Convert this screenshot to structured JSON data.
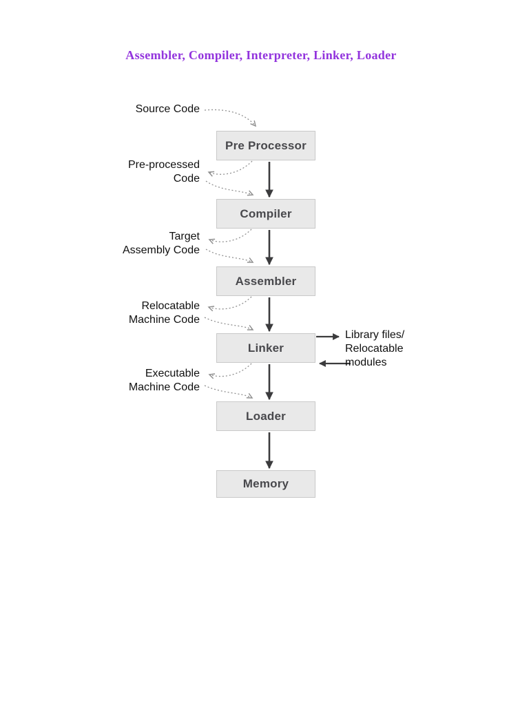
{
  "page": {
    "title": "Assembler, Compiler, Interpreter, Linker, Loader"
  },
  "colors": {
    "title_text": "#9233dd",
    "box_fill": "#e9e9e9",
    "box_border": "#c9c9c9",
    "box_text": "#48484c",
    "label_text": "#101010",
    "solid_arrow": "#3b3b3d",
    "dashed_arrow": "#8f8f8f"
  },
  "flow": {
    "boxes": [
      {
        "label": "Pre Processor"
      },
      {
        "label": "Compiler"
      },
      {
        "label": "Assembler"
      },
      {
        "label": "Linker"
      },
      {
        "label": "Loader"
      },
      {
        "label": "Memory"
      }
    ],
    "left_labels": [
      {
        "lines": [
          "Source Code"
        ]
      },
      {
        "lines": [
          "Pre-processed",
          "Code"
        ]
      },
      {
        "lines": [
          "Target",
          "Assembly Code"
        ]
      },
      {
        "lines": [
          "Relocatable",
          "Machine Code"
        ]
      },
      {
        "lines": [
          "Executable",
          "Machine Code"
        ]
      }
    ],
    "right_label": {
      "lines": [
        "Library files/",
        "Relocatable",
        "modules"
      ]
    }
  }
}
